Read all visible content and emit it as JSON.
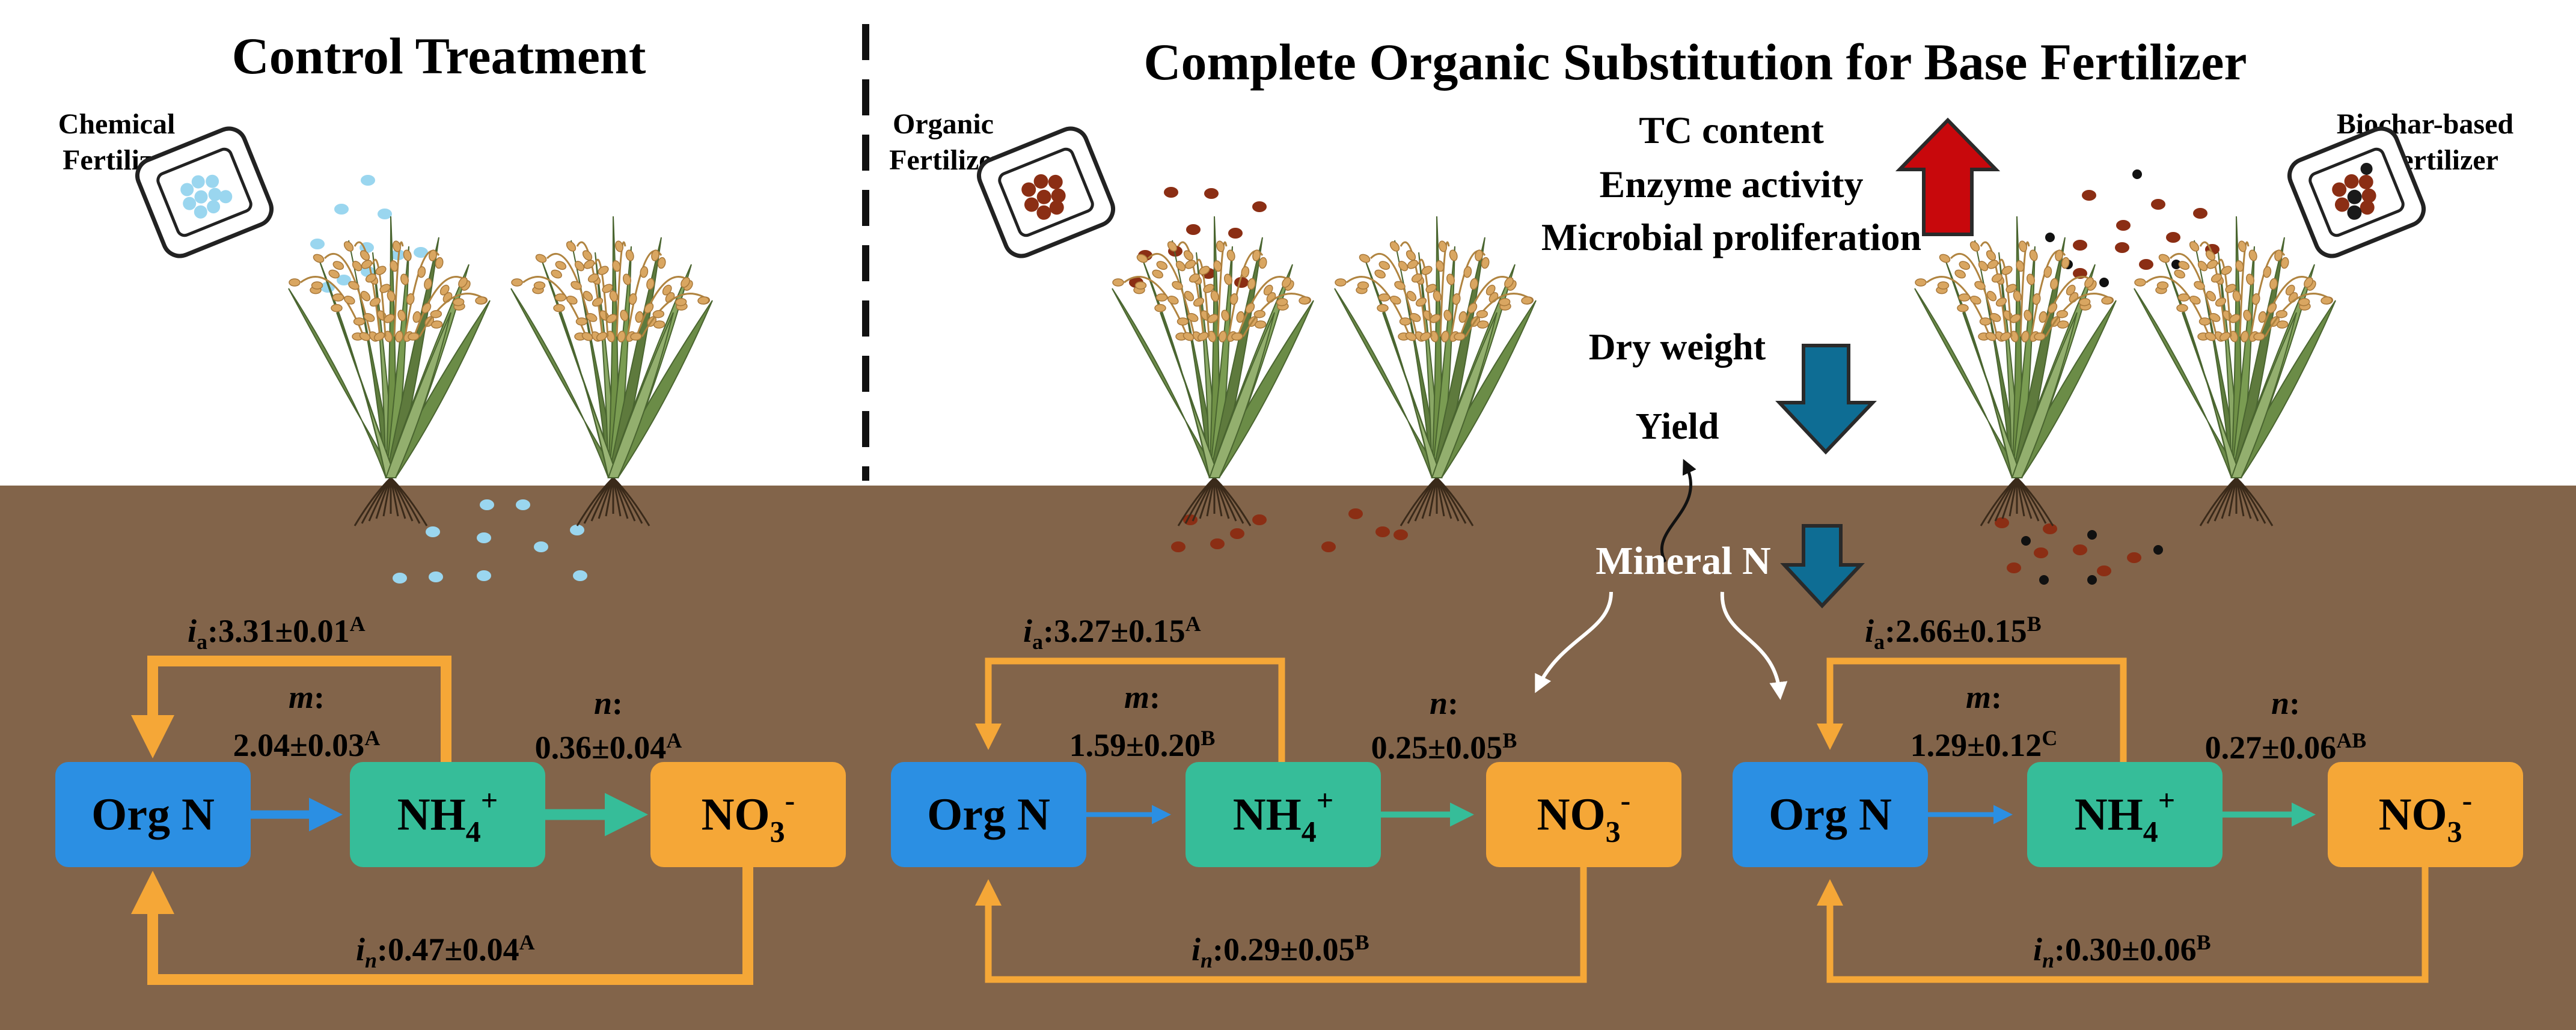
{
  "colors": {
    "soil": "#82644a",
    "org_n_box": "#2b8fe3",
    "nh4_box": "#36bd99",
    "no3_box": "#f5a737",
    "flow_arrow": "#f5a737",
    "up_arrow": "#c8080c",
    "down_arrow": "#0e6d94",
    "chemical_granule": "#9ad6ef",
    "organic_granule": "#8b2e14",
    "biochar_granule": "#111111"
  },
  "headers": {
    "control": "Control Treatment",
    "organic": "Complete Organic Substitution for Base Fertilizer"
  },
  "bags": {
    "chemical": [
      "Chemical",
      "Fertilizer"
    ],
    "organic": [
      "Organic",
      "Fertilizer"
    ],
    "biochar": [
      "Biochar-based",
      "Fertilizer"
    ]
  },
  "effects": {
    "increase": [
      "TC content",
      "Enzyme activity",
      "Microbial proliferation"
    ],
    "decrease": [
      "Dry weight",
      "Yield"
    ],
    "mineral_n": "Mineral N"
  },
  "pools": {
    "org_n": "Org N",
    "nh4": "NH",
    "nh4_sub": "4",
    "nh4_sup": "+",
    "no3": "NO",
    "no3_sub": "3",
    "no3_sup": "-"
  },
  "rate_symbols": {
    "ia": "i",
    "ia_sub": "a",
    "m": "m",
    "n": "n",
    "in": "i",
    "in_sub": "n"
  },
  "panels": [
    {
      "treatment": "Control Treatment",
      "ia": ":3.31±0.01",
      "ia_sig": "A",
      "m": "2.04±0.03",
      "m_sig": "A",
      "n": "0.36±0.04",
      "n_sig": "A",
      "in": ":0.47±0.04",
      "in_sig": "A"
    },
    {
      "treatment": "Organic Fertilizer",
      "ia": ":3.27±0.15",
      "ia_sig": "A",
      "m": "1.59±0.20",
      "m_sig": "B",
      "n": "0.25±0.05",
      "n_sig": "B",
      "in": ":0.29±0.05",
      "in_sig": "B"
    },
    {
      "treatment": "Biochar-based Fertilizer",
      "ia": ":2.66±0.15",
      "ia_sig": "B",
      "m": "1.29±0.12",
      "m_sig": "C",
      "n": "0.27±0.06",
      "n_sig": "AB",
      "in": ":0.30±0.06",
      "in_sig": "B"
    }
  ]
}
